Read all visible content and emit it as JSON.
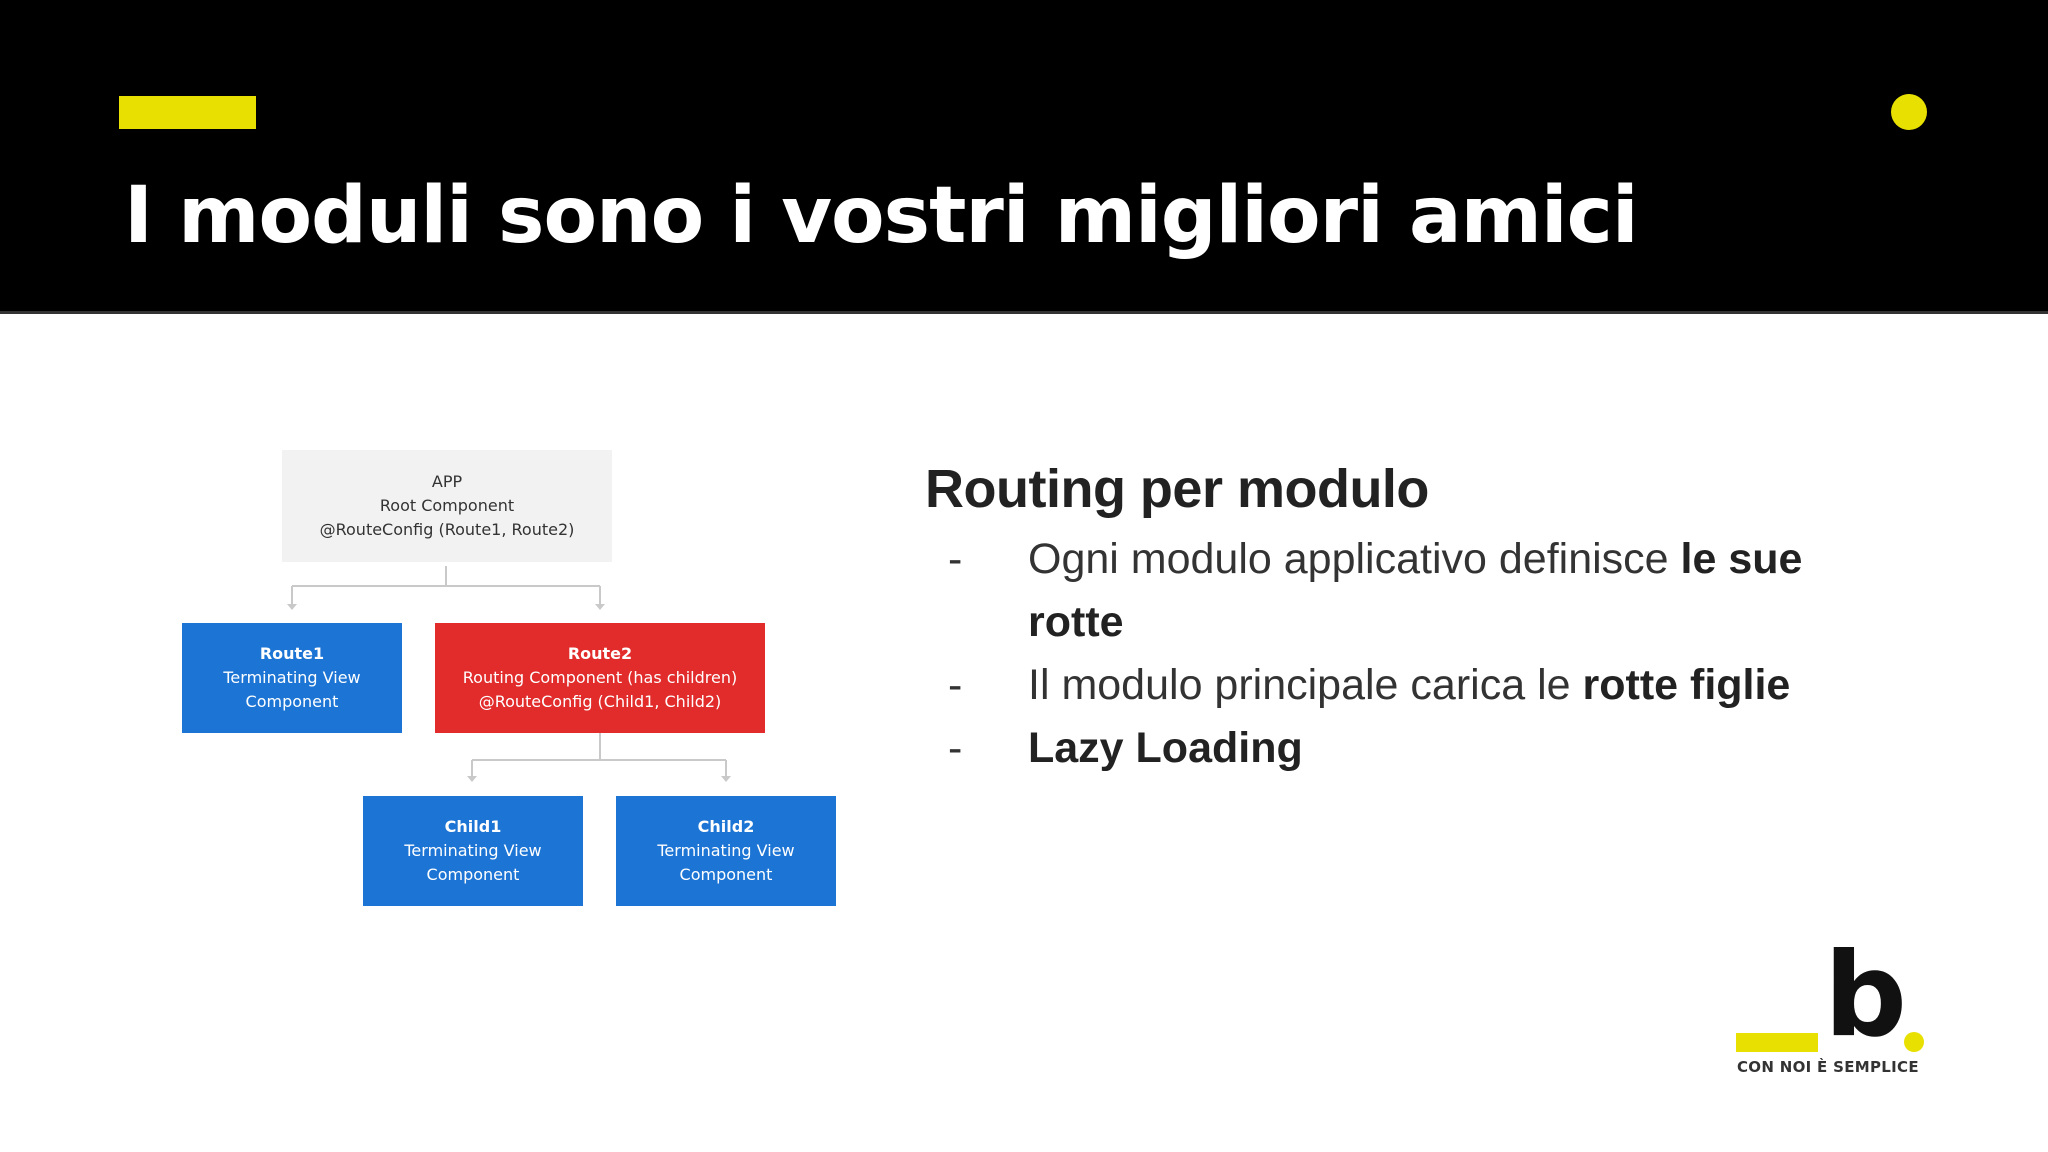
{
  "slide": {
    "title": "I moduli sono i vostri migliori amici"
  },
  "diagram": {
    "root": {
      "lines": [
        "APP",
        "Root Component",
        "@RouteConfig (Route1, Route2)"
      ]
    },
    "route1": {
      "title": "Route1",
      "lines": [
        "Terminating View",
        "Component"
      ]
    },
    "route2": {
      "title": "Route2",
      "lines": [
        "Routing Component (has children)",
        "@RouteConfig (Child1, Child2)"
      ]
    },
    "child1": {
      "title": "Child1",
      "lines": [
        "Terminating View",
        "Component"
      ]
    },
    "child2": {
      "title": "Child2",
      "lines": [
        "Terminating View",
        "Component"
      ]
    }
  },
  "content": {
    "heading": "Routing per modulo",
    "bullets": [
      {
        "dash": "-",
        "text": "Ogni modulo applicativo definisce ",
        "bold": "le sue rotte"
      },
      {
        "dash": "-",
        "text": "Il modulo principale carica le ",
        "bold": "rotte figlie"
      },
      {
        "dash": "-",
        "text": "",
        "bold": "Lazy Loading"
      }
    ]
  },
  "logo": {
    "letter": "b",
    "tagline": "CON NOI È SEMPLICE"
  },
  "colors": {
    "accent": "#e8e000",
    "header": "#000000",
    "blue": "#1c74d4",
    "red": "#e22b2b"
  }
}
